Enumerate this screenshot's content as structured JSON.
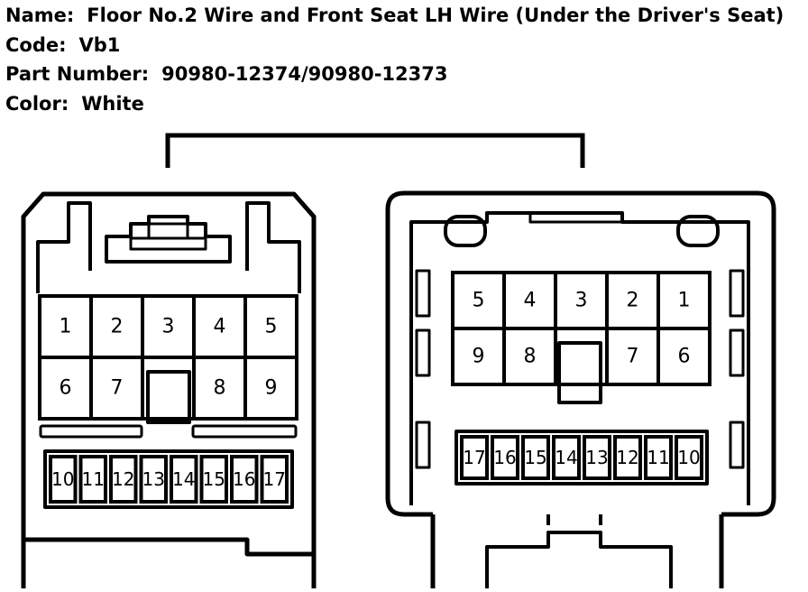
{
  "header": {
    "name_label": "Name:",
    "name_value": "Floor No.2 Wire and Front Seat LH Wire (Under the Driver's Seat)",
    "code_label": "Code:",
    "code_value": "Vb1",
    "part_label": "Part Number:",
    "part_value": "90980-12374/90980-12373",
    "color_label": "Color:",
    "color_value": "White"
  },
  "connector_left": {
    "pins_row1": [
      "1",
      "2",
      "3",
      "4",
      "5"
    ],
    "pins_row2_left": [
      "6",
      "7"
    ],
    "pins_row2_right": [
      "8",
      "9"
    ],
    "pins_row3": [
      "10",
      "11",
      "12",
      "13",
      "14",
      "15",
      "16",
      "17"
    ]
  },
  "connector_right": {
    "pins_row1": [
      "5",
      "4",
      "3",
      "2",
      "1"
    ],
    "pins_row2_left": [
      "9",
      "8"
    ],
    "pins_row2_right": [
      "7",
      "6"
    ],
    "pins_row3": [
      "17",
      "16",
      "15",
      "14",
      "13",
      "12",
      "11",
      "10"
    ]
  },
  "colors": {
    "line": "#000000",
    "background": "#ffffff"
  }
}
